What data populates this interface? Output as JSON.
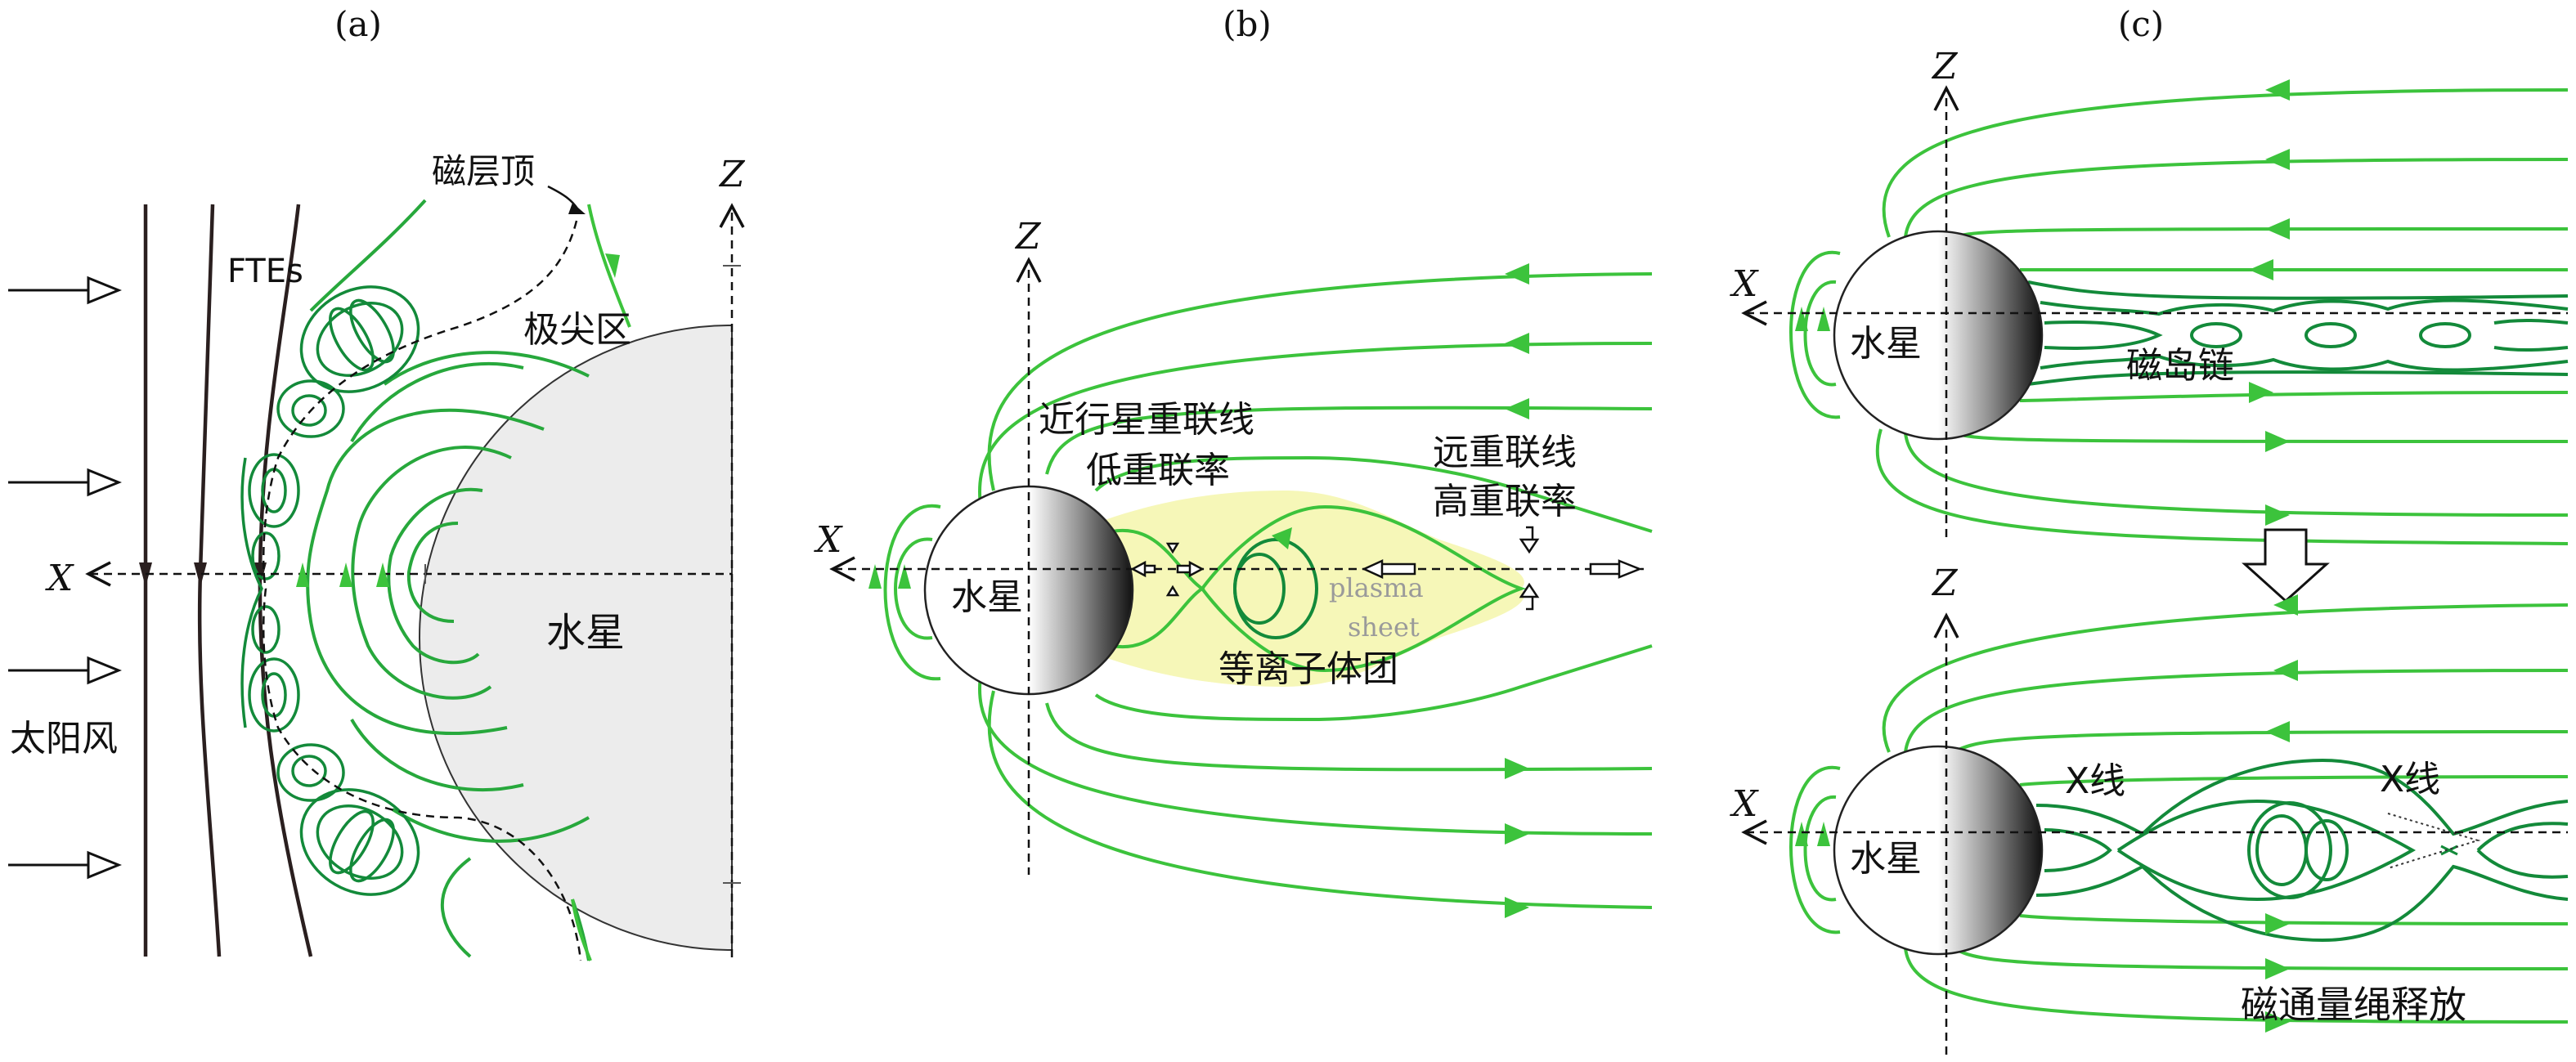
{
  "colors": {
    "field_light": "#3cc33c",
    "field_dark": "#138a3a",
    "planet_fill": "#ececec",
    "plasma": "#f6f7b8",
    "ink": "#111111",
    "plasma_text": "#9a9a9a"
  },
  "panel_a": {
    "label": "(a)",
    "axis_z": "Z",
    "axis_x": "X",
    "magnetopause": "磁层顶",
    "ftes": "FTEs",
    "cusp": "极尖区",
    "planet": "水星",
    "solar_wind": "太阳风"
  },
  "panel_b": {
    "label": "(b)",
    "axis_z": "Z",
    "axis_x": "X",
    "near_reconnection_line1": "近行星重联线",
    "near_reconnection_line2": "低重联率",
    "far_reconnection_line1": "远重联线",
    "far_reconnection_line2": "高重联率",
    "plasma_sheet_1": "plasma",
    "plasma_sheet_2": "sheet",
    "plasmoid": "等离子体团",
    "planet": "水星"
  },
  "panel_c": {
    "label": "(c)",
    "top": {
      "axis_z": "Z",
      "axis_x": "X",
      "planet": "水星",
      "island_chain": "磁岛链"
    },
    "bottom": {
      "axis_z": "Z",
      "axis_x": "X",
      "planet": "水星",
      "x_line_1": "X线",
      "x_line_2": "X线",
      "flux_rope_release": "磁通量绳释放"
    }
  }
}
